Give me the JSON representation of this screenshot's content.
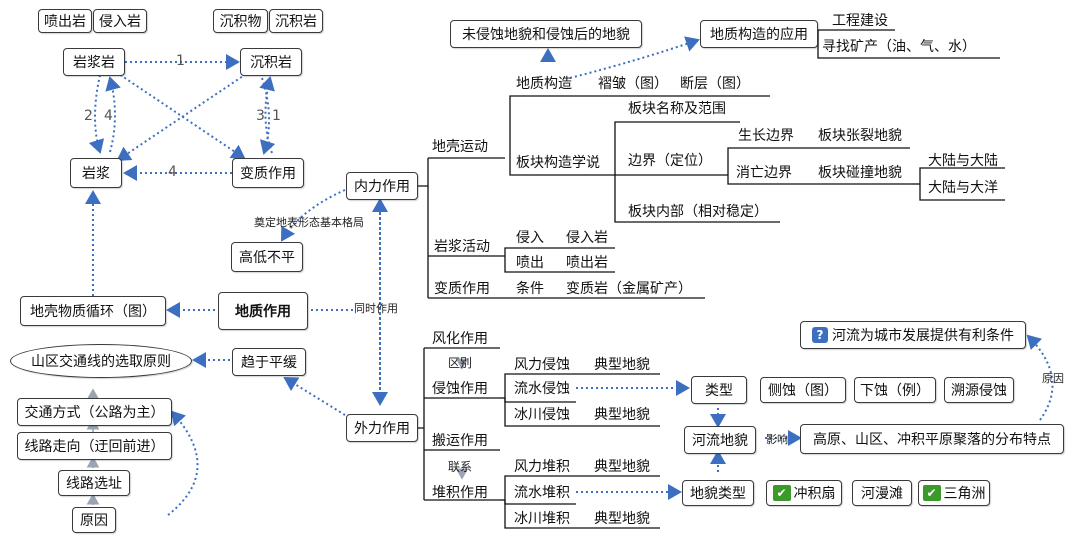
{
  "rock_cycle": {
    "extrusive": "喷出岩",
    "intrusive": "侵入岩",
    "sediment": "沉积物",
    "sedimentary_rock": "沉积岩",
    "igneous": "岩浆岩",
    "sedimentary": "沉积岩",
    "magma": "岩浆",
    "metamorphism": "变质作用",
    "n1_top": "1",
    "n2_left": "2",
    "n4_left": "4",
    "n3_right": "3",
    "n1_right": "1",
    "n4_bottom": "4"
  },
  "left": {
    "crust_cycle": "地壳物质循环（图）",
    "geologic_action": "地质作用",
    "high_low": "高低不平",
    "lay_foundation": "奠定地表形态基本格局",
    "simultaneous": "同时作用",
    "tend_flat": "趋于平缓",
    "mountain_traffic": "山区交通线的选取原则",
    "transport_mode": "交通方式（公路为主）",
    "route_direction": "线路走向（迂回前进）",
    "route_selection": "线路选址",
    "reason": "原因"
  },
  "internal": {
    "title": "内力作用",
    "crust_movement": "地壳运动",
    "geo_structure": "地质构造",
    "fold": "褶皱（图）",
    "fault": "断层（图）",
    "landforms_before_after": "未侵蚀地貌和侵蚀后的地貌",
    "structure_application": "地质构造的应用",
    "engineering": "工程建设",
    "mineral_search": "寻找矿产（油、气、水）",
    "plate_tectonics": "板块构造学说",
    "plate_names": "板块名称及范围",
    "boundary": "边界（定位）",
    "constructive": "生长边界",
    "rift": "板块张裂地貌",
    "destructive": "消亡边界",
    "collision": "板块碰撞地貌",
    "continent_continent": "大陆与大陆",
    "continent_ocean": "大陆与大洋",
    "plate_interior": "板块内部（相对稳定）",
    "magmatic": "岩浆活动",
    "intrusion": "侵入",
    "intrusive_rock": "侵入岩",
    "eruption": "喷出",
    "extrusive_rock": "喷出岩",
    "metamorphic": "变质作用",
    "conditions": "条件",
    "metamorphic_rock": "变质岩（金属矿产）"
  },
  "external": {
    "title": "外力作用",
    "weathering": "风化作用",
    "difference": "区别",
    "erosion": "侵蚀作用",
    "wind_erosion": "风力侵蚀",
    "typical1": "典型地貌",
    "water_erosion": "流水侵蚀",
    "glacier_erosion": "冰川侵蚀",
    "typical2": "典型地貌",
    "transport": "搬运作用",
    "relation": "联系",
    "deposition": "堆积作用",
    "wind_deposit": "风力堆积",
    "typical3": "典型地貌",
    "water_deposit": "流水堆积",
    "glacier_deposit": "冰川堆积",
    "typical4": "典型地貌",
    "types": "类型",
    "lateral": "侧蚀（图）",
    "downcut": "下蚀（例）",
    "headward": "溯源侵蚀",
    "river_landform": "河流地貌",
    "influence": "影响",
    "settlement": "高原、山区、冲积平原聚落的分布特点",
    "cause": "原因",
    "river_city": "河流为城市发展提供有利条件",
    "landform_types": "地貌类型",
    "alluvial_fan": "冲积扇",
    "floodplain": "河漫滩",
    "delta": "三角洲"
  }
}
